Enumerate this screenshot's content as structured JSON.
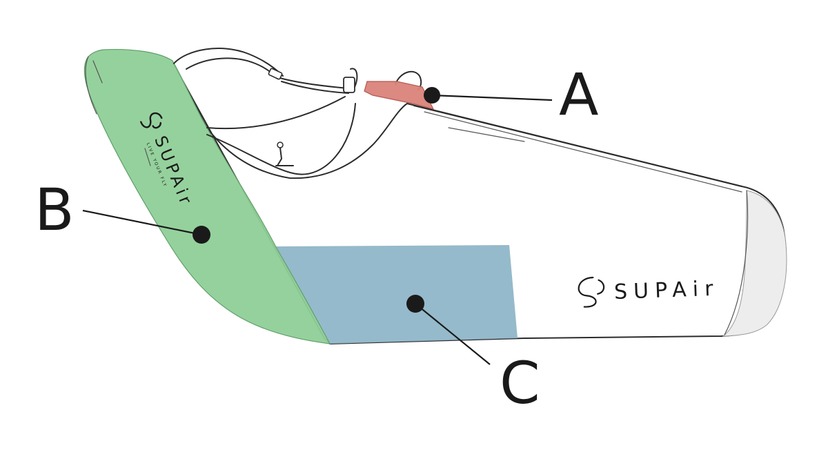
{
  "callouts": [
    {
      "label": "A",
      "part": "top-connector"
    },
    {
      "label": "B",
      "part": "rear-section"
    },
    {
      "label": "C",
      "part": "side-pocket"
    }
  ],
  "brand": {
    "logo_upper": "SUPAir",
    "logo_upper_tagline": "LIVE YOUR FLY",
    "logo_side": "SUPAir"
  },
  "colors": {
    "region_a": "#d9837a",
    "region_b": "#8fcf98",
    "region_c": "#8fb6c8",
    "outline": "#2b2b2b",
    "background": "#ffffff"
  }
}
